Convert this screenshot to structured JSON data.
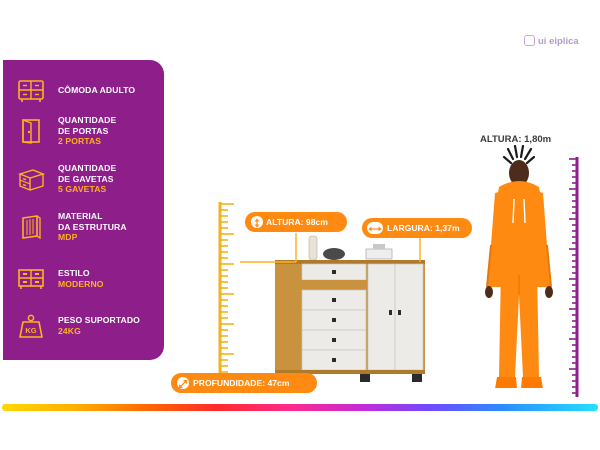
{
  "brand": {
    "name": "ui eiplica"
  },
  "specs": [
    {
      "label": "CÔMODA ADULTO",
      "value": "",
      "icon": "dresser-icon"
    },
    {
      "label": "QUANTIDADE\nDE PORTAS",
      "value": "2 PORTAS",
      "icon": "door-icon"
    },
    {
      "label": "QUANTIDADE\nDE GAVETAS",
      "value": "5 GAVETAS",
      "icon": "drawer-icon"
    },
    {
      "label": "MATERIAL\nDA ESTRUTURA",
      "value": "MDP",
      "icon": "wood-panel-icon"
    },
    {
      "label": "ESTILO",
      "value": "MODERNO",
      "icon": "cabinet-icon"
    },
    {
      "label": "PESO SUPORTADO",
      "value": "24KG",
      "icon": "weight-kg-icon"
    }
  ],
  "dimensions": {
    "altura": "ALTURA: 98cm",
    "largura": "LARGURA: 1,37m",
    "profundidade": "PROFUNDIDADE: 47cm",
    "person_height": "ALTURA: 1,80m"
  },
  "colors": {
    "card_purple": "#8e1f8a",
    "accent_orange": "#ff8a12",
    "value_yellow": "#ffb21a",
    "ruler_yellow": "#f5b21c",
    "ruler_purple": "#8e1f8a",
    "wood": "#c9923f",
    "panel_white": "#ecebe8"
  }
}
